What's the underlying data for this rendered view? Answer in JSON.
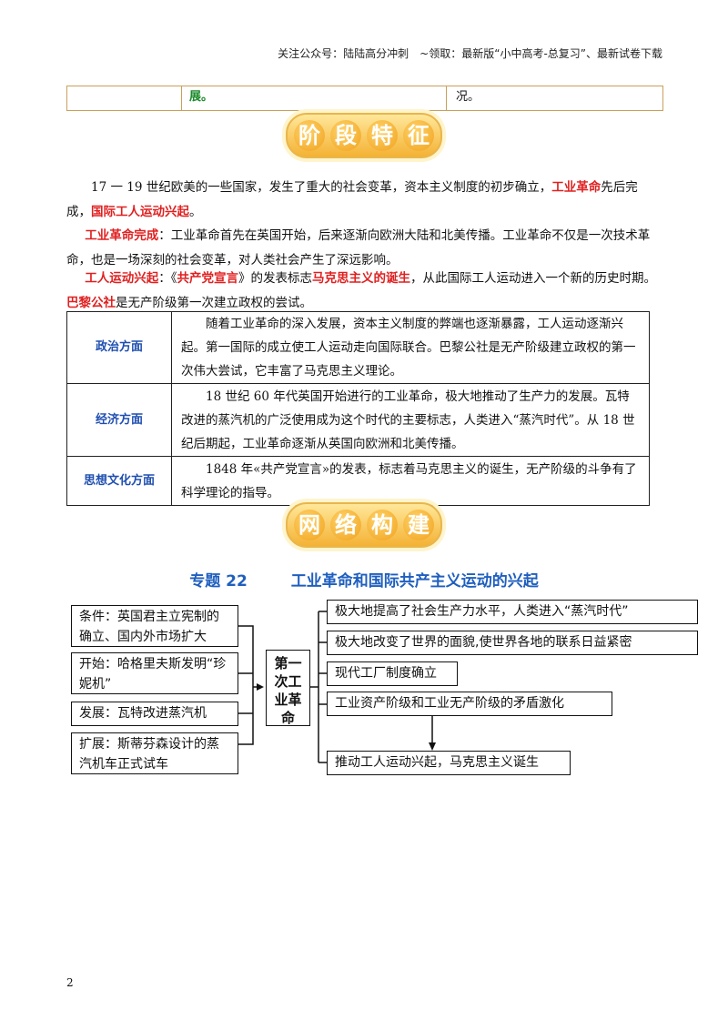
{
  "header": {
    "text": "关注公众号：陆陆高分冲刺　~领取：最新版“小中高考-总复习”、最新试卷下载"
  },
  "top_row": {
    "col2": "展。",
    "col3": "况。"
  },
  "banner1": {
    "chars": [
      "阶",
      "段",
      "特",
      "征"
    ]
  },
  "intro": {
    "p1_a": "17 一 19 世纪欧美的一些国家，发生了重大的社会变革，资本主义制度的初步确立，",
    "p1_red1": "工业革命",
    "p1_b": "先后完成，",
    "p1_red2": "国际工人运动兴起",
    "p1_c": "。",
    "p2_red": "工业革命完成",
    "p2_text": "：工业革命首先在英国开始，后来逐渐向欧洲大陆和北美传播。工业革命不仅是一次技术革命，也是一场深刻的社会变革，对人类社会产生了深远影响。",
    "p3_red1": "工人运动兴起",
    "p3_a": "：《",
    "p3_red2": "共产党宣言",
    "p3_b": "》的发表标志",
    "p3_red3": "马克思主义的诞生",
    "p3_c": "，从此国际工人运动进入一个新的历史时期。",
    "p3_red4": "巴黎公社",
    "p3_d": "是无产阶级第一次建立政权的尝试。"
  },
  "aspects": [
    {
      "key": "政治方面",
      "text": "随着工业革命的深入发展，资本主义制度的弊端也逐渐暴露，工人运动逐渐兴起。第一国际的成立使工人运动走向国际联合。巴黎公社是无产阶级建立政权的第一次伟大尝试，它丰富了马克思主义理论。"
    },
    {
      "key": "经济方面",
      "text": "18 世纪 60 年代英国开始进行的工业革命，极大地推动了生产力的发展。瓦特改进的蒸汽机的广泛使用成为这个时代的主要标志，人类进入“蒸汽时代”。从 18 世纪后期起，工业革命逐渐从英国向欧洲和北美传播。"
    },
    {
      "key": "思想文化方面",
      "text": "1848 年«共产党宣言»的发表，标志着马克思主义的诞生，无产阶级的斗争有了科学理论的指导。"
    }
  ],
  "banner2": {
    "chars": [
      "网",
      "络",
      "构",
      "建"
    ]
  },
  "title": {
    "number": "专题 22",
    "text": "工业革命和国际共产主义运动的兴起"
  },
  "diagram": {
    "left": [
      "条件：英国君主立宪制的确立、国内外市场扩大",
      "开始：哈格里夫斯发明“珍妮机”",
      "发展：瓦特改进蒸汽机",
      "扩展：斯蒂芬森设计的蒸汽机车正式试车"
    ],
    "center": "第一次工业革命",
    "right": [
      "极大地提高了社会生产力水平，人类进入“蒸汽时代”",
      "极大地改变了世界的面貌,使世界各地的联系日益紧密",
      "现代工厂制度确立",
      "工业资产阶级和工业无产阶级的矛盾激化",
      "推动工人运动兴起，马克思主义诞生"
    ]
  },
  "page_number": "2"
}
